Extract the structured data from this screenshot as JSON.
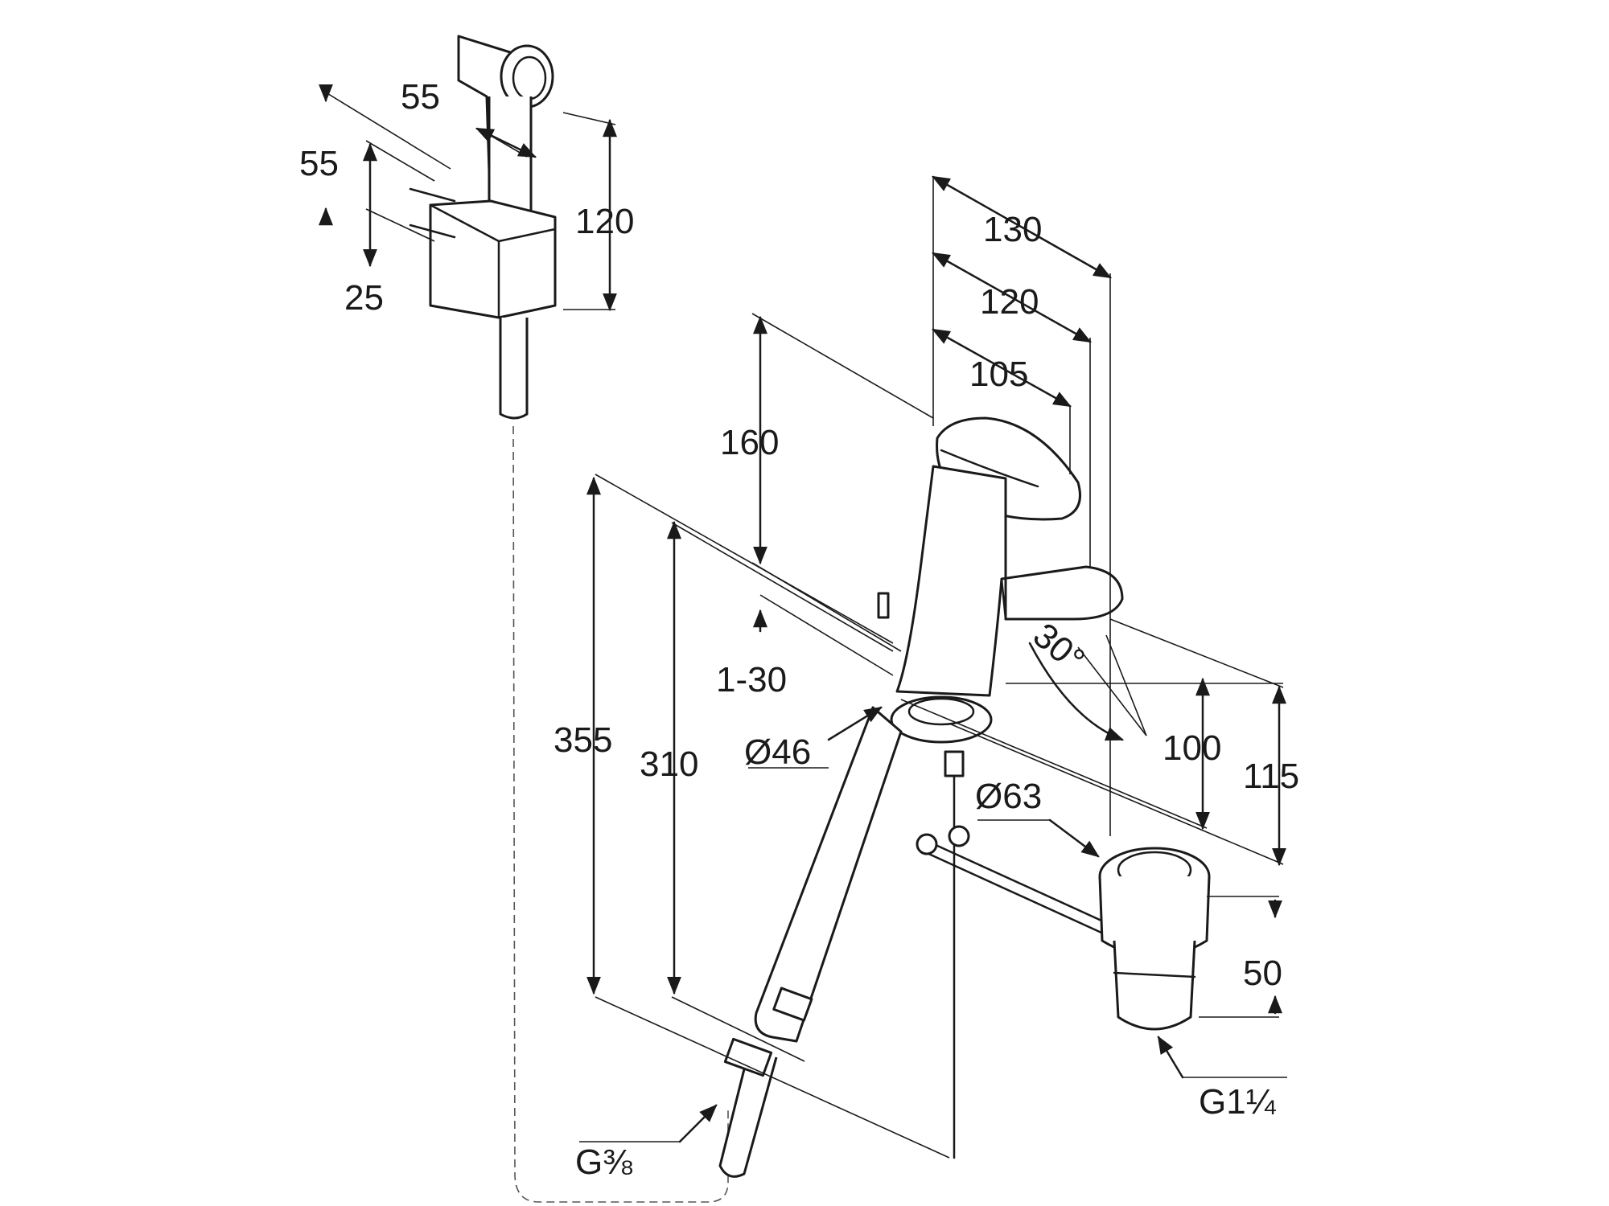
{
  "diagram": {
    "dimensions": {
      "shower_head_width": "55",
      "holder_depth": "55",
      "holder_height": "120",
      "holder_offset": "25",
      "overall_depth": "130",
      "spout_reach": "120",
      "lever_reach": "105",
      "lever_height": "160",
      "deck_thickness": "1-30",
      "total_height": "355",
      "hose_height": "310",
      "base_diameter": "Ø46",
      "spout_height": "100",
      "top_height": "115",
      "swivel_angle": "30°",
      "drain_diameter": "Ø63",
      "drain_height": "50",
      "drain_thread": "G1¼",
      "hose_thread": "G⅜"
    }
  }
}
